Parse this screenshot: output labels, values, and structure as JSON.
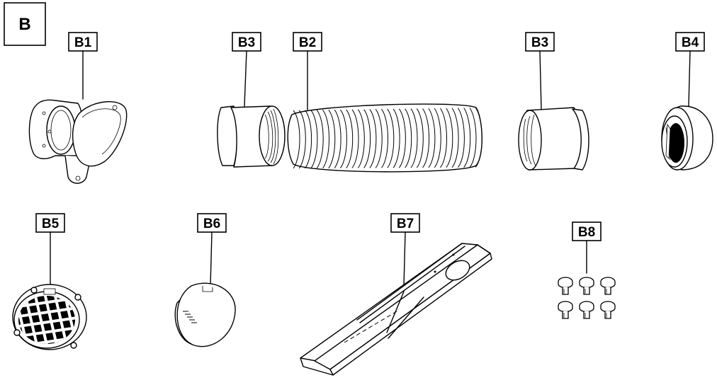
{
  "section_label": "B",
  "parts": [
    {
      "id": "b1",
      "label": "B1",
      "icon": "wall-flange-with-cap-icon"
    },
    {
      "id": "b3-left",
      "label": "B3",
      "icon": "hose-connector-icon"
    },
    {
      "id": "b2",
      "label": "B2",
      "icon": "exhaust-hose-icon"
    },
    {
      "id": "b3-right",
      "label": "B3",
      "icon": "hose-connector-icon"
    },
    {
      "id": "b4",
      "label": "B4",
      "icon": "window-adapter-icon"
    },
    {
      "id": "b5",
      "label": "B5",
      "icon": "grille-cover-icon"
    },
    {
      "id": "b6",
      "label": "B6",
      "icon": "end-cap-icon"
    },
    {
      "id": "b7",
      "label": "B7",
      "icon": "window-slide-kit-icon"
    },
    {
      "id": "b8",
      "label": "B8",
      "icon": "screw-anchors-icon"
    }
  ]
}
